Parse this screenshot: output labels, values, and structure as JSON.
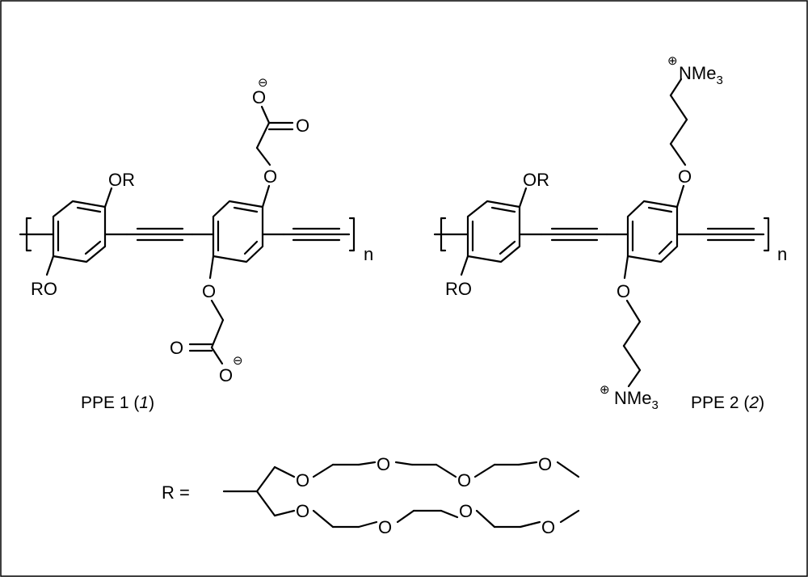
{
  "labels": {
    "or": "OR",
    "ro": "RO",
    "o": "O",
    "nme": "NMe",
    "sub3": "3",
    "n": "n"
  },
  "captions": {
    "ppe1_main": "PPE 1 (",
    "ppe1_num": "1",
    "ppe1_close": ")",
    "ppe2_main": "PPE 2 (",
    "ppe2_num": "2",
    "ppe2_close": ")"
  },
  "r_definition": {
    "label": "R ="
  },
  "charges": {
    "minus": "⊖",
    "plus": "⊕"
  }
}
